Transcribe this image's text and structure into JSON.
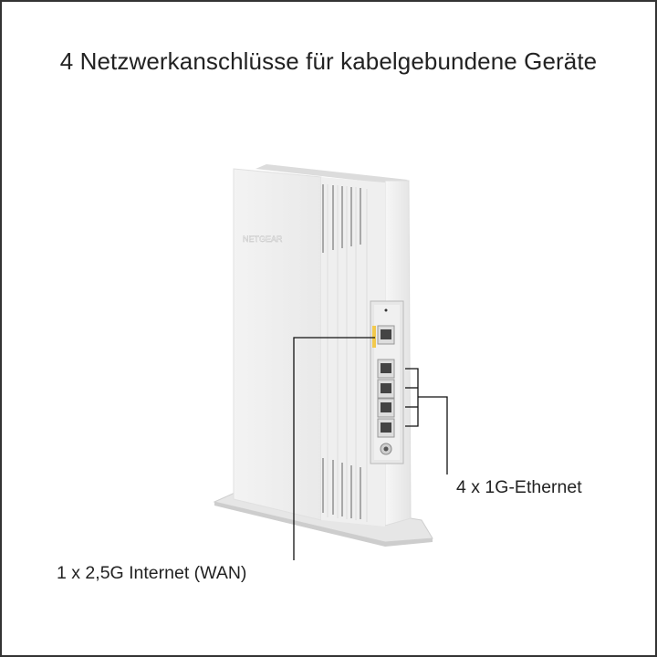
{
  "title": "4 Netzwerkanschlüsse für kabelgebundene Geräte",
  "device": {
    "brand_logo": "NETGEAR",
    "wan_port_color": "#f2c94c"
  },
  "callouts": {
    "wan": "1 x 2,5G Internet (WAN)",
    "ethernet": "4 x 1G-Ethernet"
  }
}
